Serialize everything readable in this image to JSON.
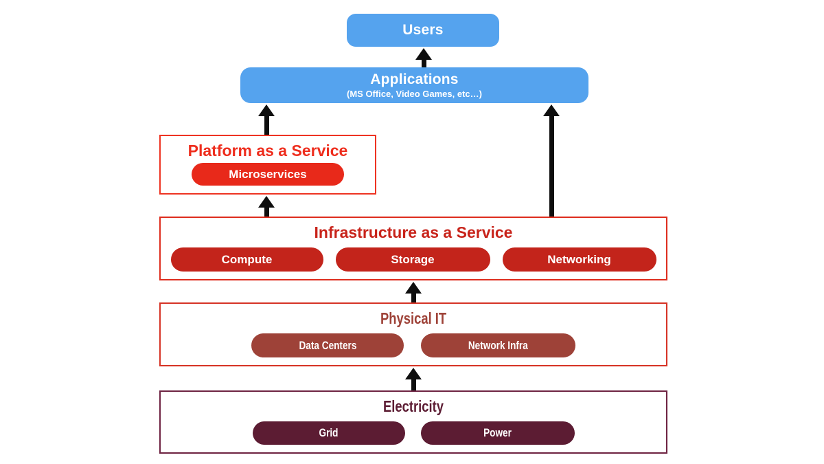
{
  "diagram": {
    "users": {
      "label": "Users"
    },
    "applications": {
      "label": "Applications",
      "subtitle": "(MS Office, Video Games, etc…)"
    },
    "paas": {
      "title": "Platform as a Service",
      "pills": [
        "Microservices"
      ]
    },
    "iaas": {
      "title": "Infrastructure as a Service",
      "pills": [
        "Compute",
        "Storage",
        "Networking"
      ]
    },
    "physical_it": {
      "title": "Physical IT",
      "pills": [
        "Data Centers",
        "Network Infra"
      ]
    },
    "electricity": {
      "title": "Electricity",
      "pills": [
        "Grid",
        "Power"
      ]
    },
    "colors": {
      "blue": "#55a3ee",
      "bright_red": "#e8291a",
      "bright_red_border": "#ee3322",
      "red": "#c3241b",
      "red_title": "#c8231a",
      "brown_red": "#9e4238",
      "maroon": "#5c1c33",
      "maroon_border": "#6e2342",
      "arrow_black": "#0e0e0e"
    }
  }
}
